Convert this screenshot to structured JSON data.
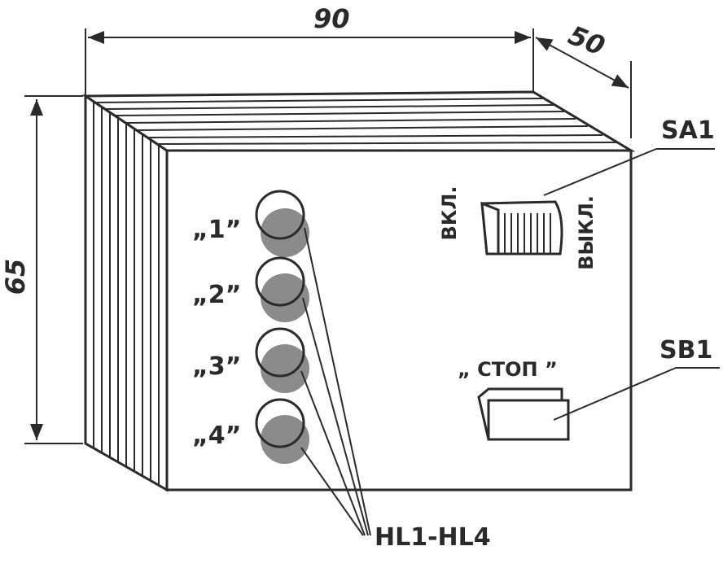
{
  "dimensions": {
    "width": "90",
    "depth": "50",
    "height": "65"
  },
  "lamps": {
    "labels": [
      "„1”",
      "„2”",
      "„3”",
      "„4”"
    ],
    "designator": "HL1-HL4"
  },
  "switch": {
    "designator": "SA1",
    "on_label": "ВКЛ.",
    "off_label": "ВЫКЛ."
  },
  "button": {
    "designator": "SB1",
    "label": "„ СТОП ”"
  },
  "colors": {
    "ink": "#2a2a2a",
    "lamp_fill": "#6e6e6e",
    "paper": "#ffffff"
  }
}
